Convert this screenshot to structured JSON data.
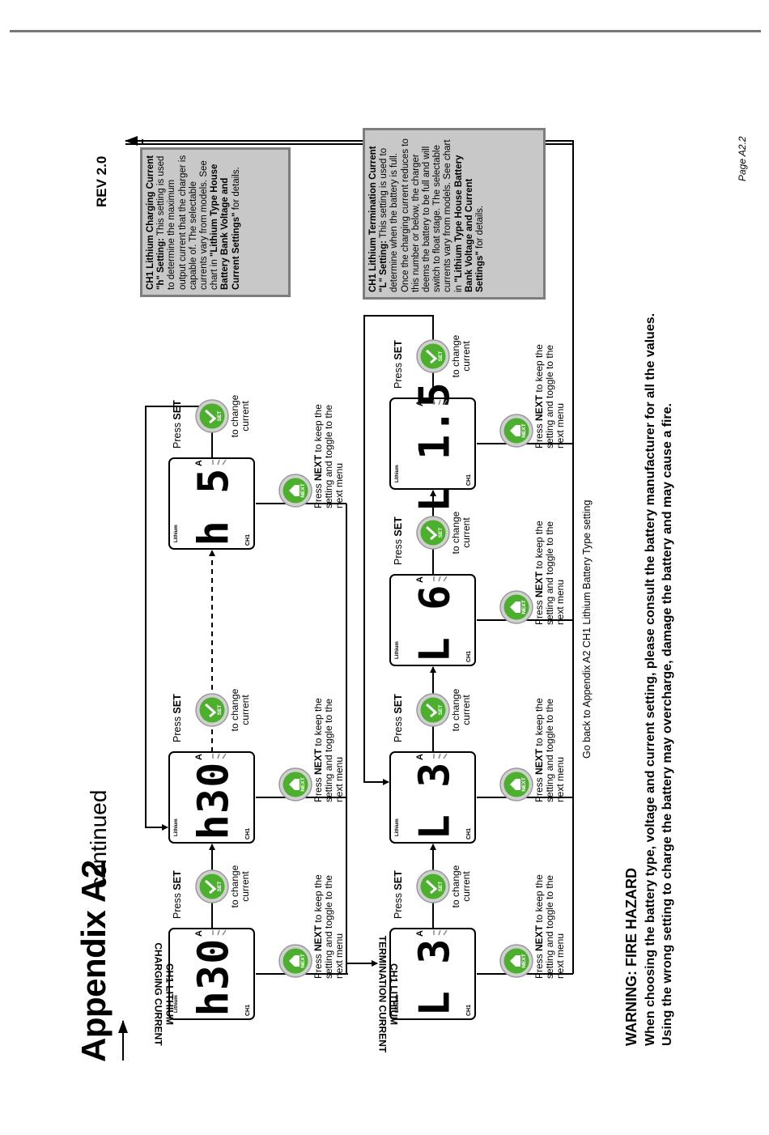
{
  "header": {
    "title": "Appendix A2",
    "title_suffix": "continued",
    "revision": "REV 2.0",
    "page_label": "Page  A2.2"
  },
  "sections": {
    "charging_label_line1": "CH1 LITHIUM",
    "charging_label_line2": "CHARGING CURRENT",
    "termination_label_line1": "CH1 LITHIUM",
    "termination_label_line2": "TERMINATION CURRENT"
  },
  "lcd": {
    "channel": "CH1",
    "battery_type": "Lithium",
    "unit": "A",
    "screens": [
      "h30",
      "h30",
      "h 5",
      "L 3",
      "L 3",
      "L 6",
      "L 1.5"
    ]
  },
  "buttons": {
    "set_label": "SET",
    "next_label": "NEXT"
  },
  "instructions": {
    "press": "Press",
    "set_word": "SET",
    "to_change_1": "to change",
    "to_change_2": "current",
    "next_1a": "Press ",
    "next_1b": "NEXT",
    "next_1c": " to keep the",
    "next_2": "setting and toggle to the",
    "next_3": "next menu"
  },
  "info_boxes": {
    "charging": {
      "bold1": "CH1 Lithium Charging Current \"h\" Setting:",
      "text1": " This setting is used to determine the maximum output current that the charger is capable of. The selectable currents vary from models. See chart in ",
      "bold2": "\"Lithium Type House Battery Bank Voltage and Current Settings\"",
      "text2": " for details."
    },
    "termination": {
      "bold1": "CH1 Lithium Termination Current \"L\" Setting:",
      "text1": " This setting is used to determine when the battery is full. Once the charging current reduces to this number or below, the charger deems the battery to be full and will switch to float stage. The selectable currents vary from models. See chart in ",
      "bold2": "\"Lithium Type House Battery Bank Voltage and Current Settings\"",
      "text2": " for details."
    }
  },
  "go_back": "Go back to Appendix A2 CH1 Lithium Battery Type setting",
  "warning": {
    "heading": "WARNING:  FIRE HAZARD",
    "line1": "When choosing the battery type, voltage and current setting, please consult the battery manufacturer for all the values.",
    "line2": "Using the wrong setting to charge the battery may overcharge, damage the battery and may cause a fire."
  },
  "colors": {
    "button_green": "#4caf2e",
    "button_ring": "#c9c9c9",
    "info_bg": "#c8c8c8",
    "info_border": "#7d7d7d"
  }
}
